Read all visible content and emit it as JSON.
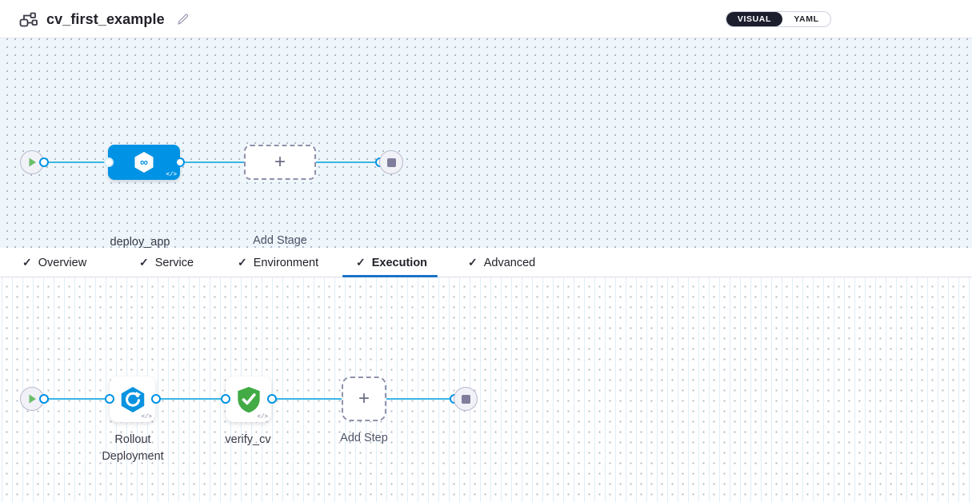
{
  "header": {
    "title": "cv_first_example",
    "mode_toggle": {
      "visual": "VISUAL",
      "yaml": "YAML",
      "selected": "VISUAL"
    }
  },
  "icons": {
    "check": "✓",
    "plus": "+",
    "code": "</>",
    "infinity": "∞"
  },
  "stage_pipeline": {
    "stage": {
      "label": "deploy_app",
      "icon": "infinity-hexagon",
      "color": "#0092e4"
    },
    "add_stage": {
      "label": "Add Stage"
    }
  },
  "tabs": {
    "items": [
      {
        "label": "Overview",
        "complete": true
      },
      {
        "label": "Service",
        "complete": true
      },
      {
        "label": "Environment",
        "complete": true
      },
      {
        "label": "Execution",
        "complete": true
      },
      {
        "label": "Advanced",
        "complete": true
      }
    ],
    "active": "Execution"
  },
  "execution_steps": {
    "steps": [
      {
        "label": "Rollout Deployment",
        "icon": "rollout-hexagon-refresh",
        "color": "#0a93e0"
      },
      {
        "label": "verify_cv",
        "icon": "shield-check",
        "color": "#42ab45"
      }
    ],
    "add_step": {
      "label": "Add Step"
    }
  },
  "colors": {
    "accent_blue": "#0092e4",
    "connector": "#3ab5e6",
    "active_tab_underline": "#1b72c8",
    "success_green": "#42ab45",
    "play_green": "#6abf69",
    "toggle_dark": "#1c1e2e"
  }
}
